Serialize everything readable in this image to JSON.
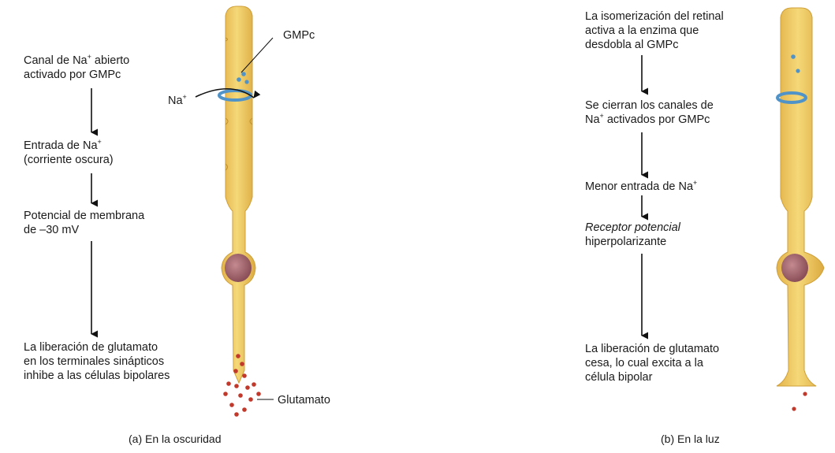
{
  "panel_a": {
    "steps": [
      {
        "lines": [
          "Canal de Na",
          "+",
          " abierto",
          "activado por GMPc"
        ]
      },
      {
        "lines": [
          "Entrada de Na",
          "+",
          "(corriente oscura)"
        ]
      },
      {
        "lines": [
          "Potencial de membrana",
          "de –30 mV"
        ]
      },
      {
        "lines": [
          "La liberación de glutamato",
          "en los terminales sinápticos",
          "inhibe a las células bipolares"
        ]
      }
    ],
    "labels": {
      "gmpc": "GMPc",
      "na": "Na",
      "na_sup": "+",
      "glutamato": "Glutamato"
    },
    "caption": "(a) En la oscuridad"
  },
  "panel_b": {
    "steps": [
      {
        "lines": [
          "La isomerización del retinal",
          "activa a la enzima que",
          "desdobla al GMPc"
        ]
      },
      {
        "lines": [
          "Se cierran los canales de",
          "Na",
          "+",
          " activados por GMPc"
        ]
      },
      {
        "lines": [
          "Menor entrada de Na",
          "+"
        ]
      },
      {
        "lines": [
          "Receptor potencial",
          "hiperpolarizante"
        ]
      },
      {
        "lines": [
          "La liberación de glutamato",
          "cesa, lo cual excita a la",
          "célula bipolar"
        ]
      }
    ],
    "caption": "(b) En la luz"
  },
  "colors": {
    "cell_body": "#ecc660",
    "cell_edge": "#d2a53a",
    "nucleus": "#a0666e",
    "channel": "#4f93c8",
    "glutamate": "#c0392b"
  }
}
